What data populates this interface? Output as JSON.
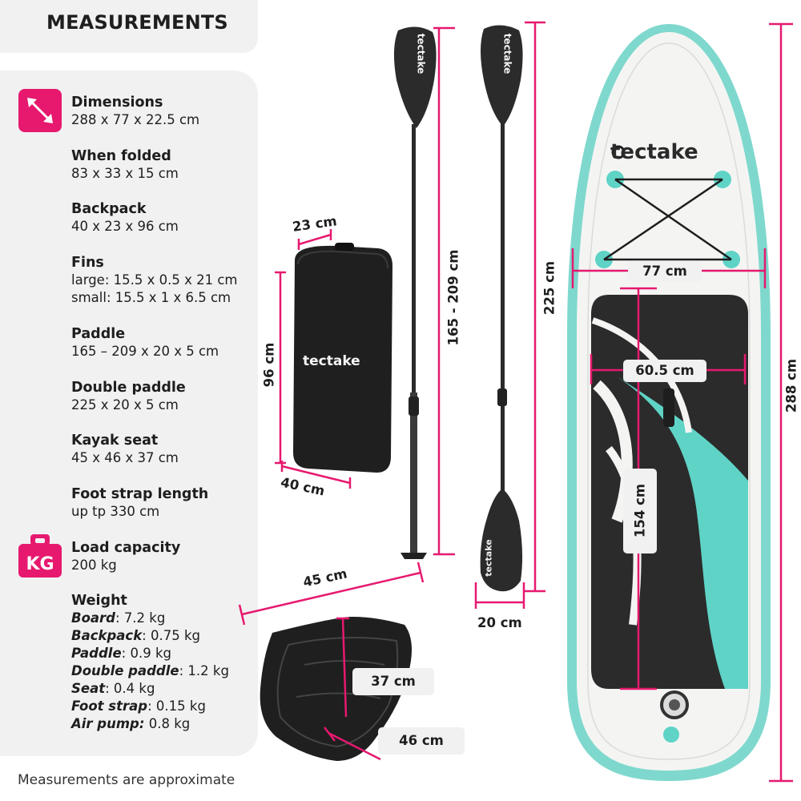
{
  "header": {
    "title": "MEASUREMENTS"
  },
  "specs": {
    "dimensions": {
      "label": "Dimensions",
      "value": "288 x 77 x 22.5 cm"
    },
    "folded": {
      "label": "When folded",
      "value": "83 x 33 x 15 cm"
    },
    "backpack": {
      "label": "Backpack",
      "value": "40 x 23 x 96 cm"
    },
    "fins": {
      "label": "Fins",
      "large": "large: 15.5 x 0.5 x 21 cm",
      "small": "small: 15.5 x 1 x 6.5 cm"
    },
    "paddle": {
      "label": "Paddle",
      "value": "165 – 209 x 20 x 5 cm"
    },
    "double_paddle": {
      "label": "Double paddle",
      "value": "225 x 20 x 5 cm"
    },
    "kayak_seat": {
      "label": "Kayak seat",
      "value": "45 x 46 x 37 cm"
    },
    "foot_strap": {
      "label": "Foot strap length",
      "value": "up tp 330 cm"
    },
    "load": {
      "label": "Load capacity",
      "value": "200 kg",
      "icon_text": "KG"
    },
    "weight": {
      "label": "Weight",
      "items": [
        {
          "name": "Board",
          "sep": ": ",
          "value": "7.2 kg"
        },
        {
          "name": "Backpack",
          "sep": ": ",
          "value": "0.75 kg"
        },
        {
          "name": "Paddle",
          "sep": ": ",
          "value": "0.9 kg"
        },
        {
          "name": "Double paddle",
          "sep": ": ",
          "value": "1.2 kg"
        },
        {
          "name": "Seat",
          "sep": ": ",
          "value": "0.4 kg"
        },
        {
          "name": "Foot strap",
          "sep": ": ",
          "value": "0.15 kg"
        },
        {
          "name": "Air pump:",
          "sep": " ",
          "value": "0.8 kg"
        }
      ]
    }
  },
  "footnote": "Measurements are approximate",
  "brand": "tectake",
  "measurements": {
    "backpack_depth": "23 cm",
    "backpack_height": "96 cm",
    "backpack_width": "40 cm",
    "paddle_length": "165 - 209 cm",
    "double_paddle_length": "225 cm",
    "paddle_blade_width": "20 cm",
    "board_width": "77 cm",
    "deck_pad_width": "60.5 cm",
    "deck_pad_length": "154 cm",
    "board_length": "288 cm",
    "seat_width": "45 cm",
    "seat_height": "37 cm",
    "seat_depth": "46 cm"
  },
  "colors": {
    "accent": "#e6196f",
    "mint": "#5fd3c6",
    "dark": "#2b2b2b",
    "panel": "#f1f1f1"
  }
}
